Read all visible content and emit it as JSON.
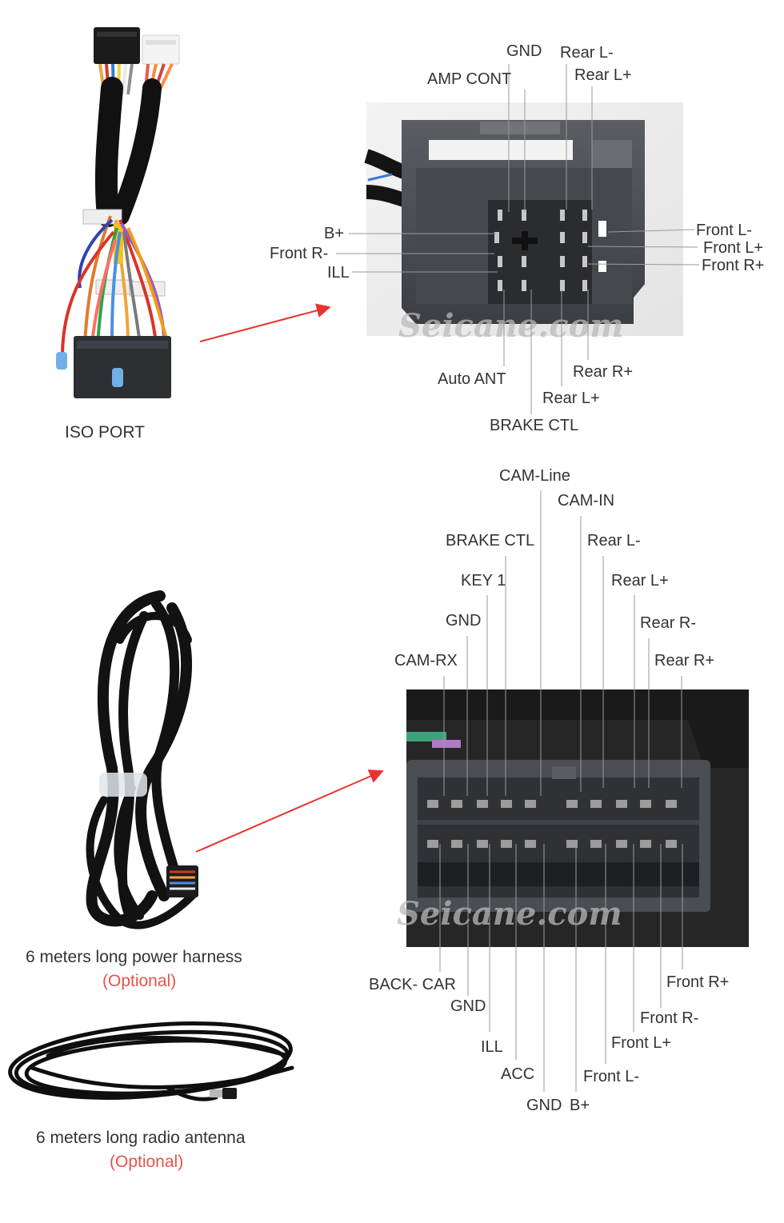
{
  "brand": {
    "watermark": "Seicane.com"
  },
  "colors": {
    "arrow": "#e8342f",
    "optional": "#e8534a",
    "text": "#333333",
    "leader": "#9a9a9a"
  },
  "iso": {
    "caption": "ISO PORT",
    "labels": {
      "gnd": "GND",
      "rear_l_minus": "Rear L-",
      "rear_l_plus": "Rear L+",
      "amp_cont": "AMP CONT",
      "b_plus": "B+",
      "front_r_minus": "Front R-",
      "ill": "ILL",
      "front_l_minus": "Front L-",
      "front_l_plus": "Front L+",
      "front_r_plus": "Front R+",
      "auto_ant": "Auto ANT",
      "rear_r_plus": "Rear R+",
      "rear_l_plus_bottom": "Rear L+",
      "brake_ctl": "BRAKE CTL"
    }
  },
  "power": {
    "caption": "6 meters long power harness",
    "optional": "(Optional)",
    "top_labels": {
      "cam_line": "CAM-Line",
      "cam_in": "CAM-IN",
      "brake_ctl": "BRAKE CTL",
      "rear_l_minus": "Rear L-",
      "key1": "KEY 1",
      "rear_l_plus": "Rear L+",
      "gnd": "GND",
      "rear_r_minus": "Rear R-",
      "cam_rx": "CAM-RX",
      "rear_r_plus": "Rear R+"
    },
    "bottom_labels": {
      "back_car": "BACK- CAR",
      "gnd": "GND",
      "ill": "ILL",
      "acc": "ACC",
      "gnd2": "GND",
      "b_plus": "B+",
      "front_l_minus": "Front L-",
      "front_l_plus": "Front L+",
      "front_r_minus": "Front R-",
      "front_r_plus": "Front R+"
    }
  },
  "antenna": {
    "caption": "6 meters long radio antenna",
    "optional": "(Optional)"
  }
}
